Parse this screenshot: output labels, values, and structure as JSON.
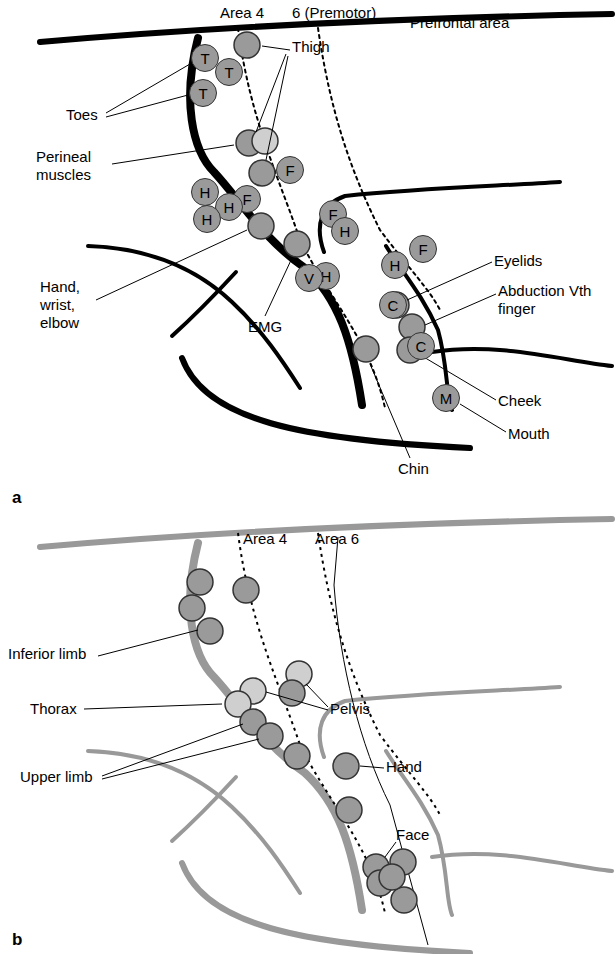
{
  "diagram": {
    "nodes": [
      {
        "text": [
          "T"
        ]
      },
      {
        "text": [
          "T"
        ]
      },
      {
        "text": [
          "T"
        ]
      },
      {
        "text": [
          "F"
        ]
      },
      {
        "text": [
          "H"
        ]
      },
      {
        "text": [
          "F"
        ]
      },
      {
        "text": [
          "H"
        ]
      },
      {
        "text": [
          "F"
        ]
      },
      {
        "text": [
          "H"
        ]
      },
      {
        "text": [
          "H"
        ]
      },
      {
        "text": [
          "F"
        ]
      },
      {
        "text": [
          "H"
        ]
      },
      {
        "text": [
          "H"
        ]
      },
      {
        "text": [
          "V"
        ]
      },
      {
        "text": [
          "C"
        ]
      },
      {
        "text": [
          "C"
        ]
      },
      {
        "text": [
          "M"
        ]
      }
    ],
    "labels": [
      "Area 4",
      "6 (Premotor)",
      "Prefrontal area",
      "Thigh",
      "Toes",
      "Perineal muscles",
      "Hand, wrist, elbow",
      "EMG",
      "Eyelids",
      "Abduction Vth finger",
      "Cheek",
      "Mouth",
      "Chin",
      "a",
      "Area 4",
      "Area 6",
      "Inferior limb",
      "Thorax",
      "Pelvis",
      "Upper limb",
      "Hand",
      "Face",
      "b"
    ]
  }
}
